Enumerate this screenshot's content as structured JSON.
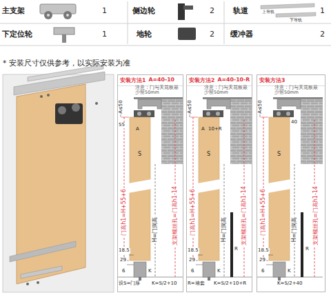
{
  "diagram": {
    "nodes": [
      {
        "text": [
          "安装方法1",
          "A=40-10"
        ]
      },
      {
        "text": [
          "安装方法2",
          "A=40-10-R"
        ]
      },
      {
        "text": [
          "安装方法3"
        ]
      }
    ],
    "labels": [
      "主支架",
      "1",
      "侧边轮",
      "2",
      "轨道",
      "上导轨",
      "下导轨",
      "1",
      "下定位轮",
      "1",
      "地轮",
      "2",
      "缓冲器",
      "2",
      "* 安装尺寸仅供参考，以实际安装为准",
      "注意：门与天花板最少留50mm",
      "A≤50",
      "55",
      "A",
      "S",
      "门高h1=H+55+6",
      "支架螺丝孔=门高h1-14",
      "H=门洞高",
      "18.5",
      "29",
      "6",
      "K",
      "设S=门厚",
      "K=S/2+10",
      "注意：门与天花板最少留50mm",
      "A≤50",
      "A",
      "10+R",
      "S",
      "门高h1=H+55+6",
      "支架螺丝孔=门高h1-14",
      "H=门洞高",
      "R",
      "18.5",
      "29",
      "6",
      "K",
      "R=墙套",
      "K=S/2+10+R",
      "注意：门与天花板最少留50mm",
      "A≤50",
      "S",
      "40",
      "门高h1=H+55+6",
      "支架螺丝孔=门高h1-14",
      "H=门洞高",
      "R",
      "18.5",
      "29",
      "6",
      "K",
      "K=S/2+40"
    ]
  }
}
